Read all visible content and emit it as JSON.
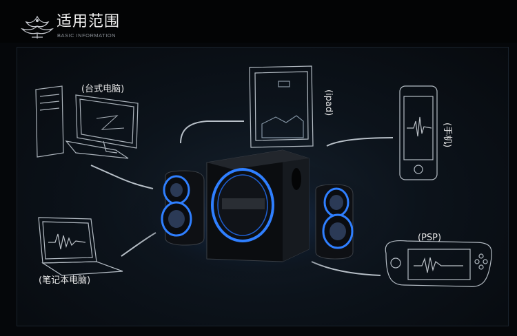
{
  "header": {
    "title": "适用范围",
    "subtitle": "BASIC INFORMATION"
  },
  "devices": {
    "desktop": "(台式电脑)",
    "ipad": "(ipad)",
    "phone": "(手机)",
    "laptop": "(笔记本电脑)",
    "psp": "(PSP)"
  },
  "icons": [
    "ornament-icon",
    "desktop-computer-icon",
    "tablet-icon",
    "smartphone-icon",
    "laptop-icon",
    "psp-console-icon",
    "speaker-system-icon",
    "audio-cable-icon"
  ],
  "colors": {
    "background": "#05070a",
    "sketch_line": "#c8d0d8",
    "speaker_glow": "#2f7fff"
  }
}
